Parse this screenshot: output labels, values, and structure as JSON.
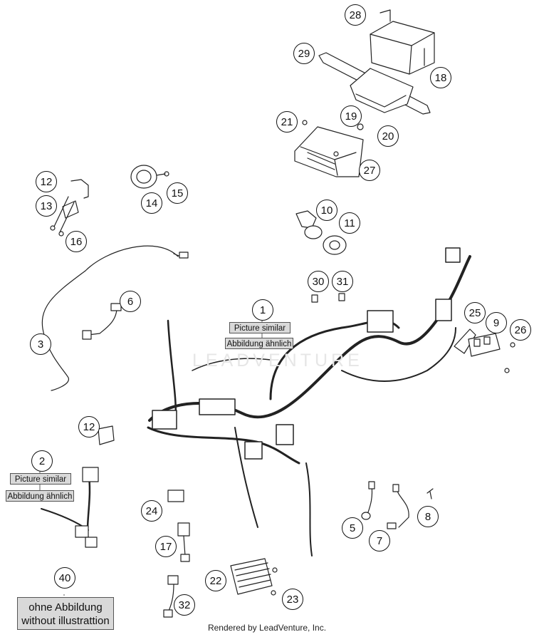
{
  "callouts": {
    "c1": "1",
    "c2": "2",
    "c3": "3",
    "c5": "5",
    "c6": "6",
    "c7": "7",
    "c8": "8",
    "c9": "9",
    "c10": "10",
    "c11": "11",
    "c12a": "12",
    "c12b": "12",
    "c13": "13",
    "c14": "14",
    "c15": "15",
    "c16": "16",
    "c17": "17",
    "c18": "18",
    "c19": "19",
    "c20": "20",
    "c21": "21",
    "c22": "22",
    "c23": "23",
    "c24": "24",
    "c25": "25",
    "c26": "26",
    "c27": "27",
    "c28": "28",
    "c29": "29",
    "c30": "30",
    "c31": "31",
    "c32": "32",
    "c40": "40"
  },
  "labels": {
    "picture_similar": "Picture similar",
    "abbildung_aehnlich": "Abbildung ähnlich",
    "ohne_abbildung": "ohne Abbildung",
    "without_illustration": "without illustrattion"
  },
  "watermark": "LEADVENTURE",
  "footer": "Rendered by LeadVenture, Inc."
}
